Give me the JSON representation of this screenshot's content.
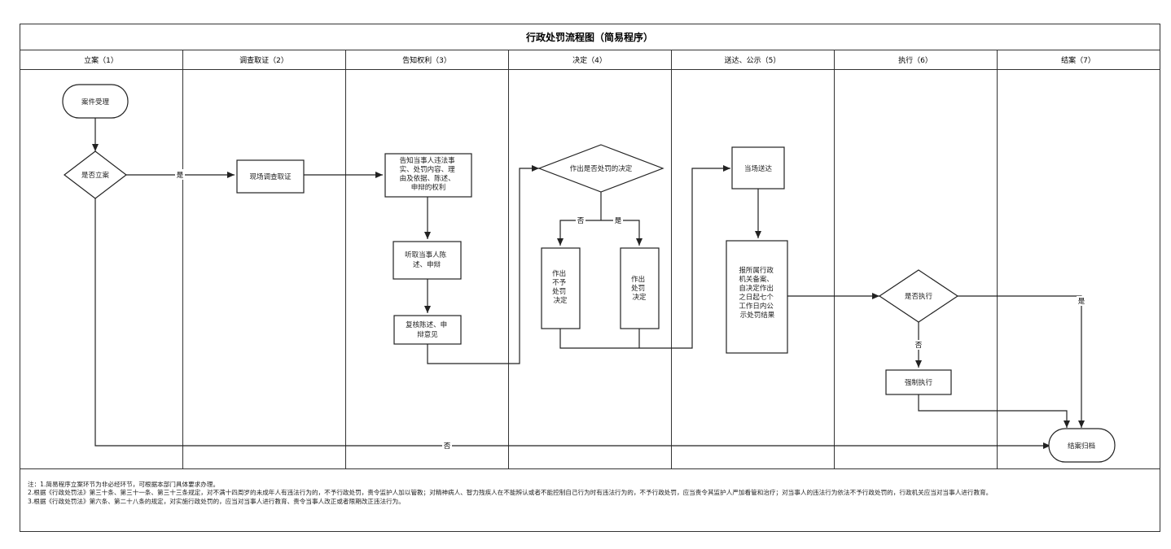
{
  "title": "行政处罚流程图（简易程序）",
  "columns": [
    "立案（1）",
    "调查取证（2）",
    "告知权利（3）",
    "决定（4）",
    "送达、公示（5）",
    "执行（6）",
    "结案（7）"
  ],
  "nodes": {
    "case_accept": "案件受理",
    "is_filed": "是否立案",
    "onsite_investigation": "现场调查取证",
    "notify_rights": [
      "告知当事人违法事",
      "实、处罚内容、理",
      "由及依据、陈述、",
      "申辩的权利"
    ],
    "hear_statement": [
      "听取当事人陈",
      "述、申辩"
    ],
    "review_opinion": [
      "复核陈述、申",
      "辩意见"
    ],
    "decide_penalty": "作出是否处罚的决定",
    "no_penalty": [
      "作出",
      "不予",
      "处罚",
      "决定"
    ],
    "penalty": [
      "作出",
      "处罚",
      "决定"
    ],
    "onsite_delivery": "当场送达",
    "report_file": [
      "报所属行政",
      "机关备案、",
      "自决定作出",
      "之日起七个",
      "工作日内公",
      "示处罚结果"
    ],
    "is_executed": "是否执行",
    "forced_execution": "强制执行",
    "case_closed": "结案归档"
  },
  "edge_labels": {
    "yes": "是",
    "no": "否"
  },
  "notes": [
    "注：1.简易程序立案环节为非必经环节，可根据本部门具体要求办理。",
    "2.根据《行政处罚法》第三十条、第三十一条、第三十三条规定，对不满十四周岁的未成年人有违法行为的，不予行政处罚，责令监护人加以管教；对精神病人、智力残疾人在不能辨认或者不能控制自己行为时有违法行为的，不予行政处罚，应当责令其监护人严加看管和治疗；对当事人的违法行为依法不予行政处罚的，行政机关应当对当事人进行教育。",
    "3.根据《行政处罚法》第六条、第二十八条的规定，对实施行政处罚的，应当对当事人进行教育、责令当事人改正或者限期改正违法行为。"
  ]
}
